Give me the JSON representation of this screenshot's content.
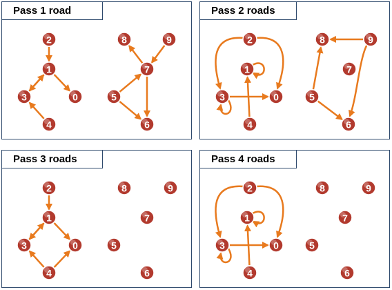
{
  "colors": {
    "edge": "#e87a1e",
    "node_fill": "#b23a2e",
    "node_stroke": "#ffffff",
    "panel_border": "#2f4a6d"
  },
  "panels": [
    {
      "title": "Pass 1 road",
      "nodes": [
        {
          "id": "2",
          "label": "2"
        },
        {
          "id": "1",
          "label": "1"
        },
        {
          "id": "3",
          "label": "3"
        },
        {
          "id": "0",
          "label": "0"
        },
        {
          "id": "4",
          "label": "4"
        },
        {
          "id": "8",
          "label": "8"
        },
        {
          "id": "9",
          "label": "9"
        },
        {
          "id": "7",
          "label": "7"
        },
        {
          "id": "5",
          "label": "5"
        },
        {
          "id": "6",
          "label": "6"
        }
      ],
      "edges": [
        {
          "from": "2",
          "to": "1"
        },
        {
          "from": "1",
          "to": "3"
        },
        {
          "from": "3",
          "to": "1"
        },
        {
          "from": "1",
          "to": "0"
        },
        {
          "from": "4",
          "to": "3"
        },
        {
          "from": "9",
          "to": "7"
        },
        {
          "from": "7",
          "to": "8"
        },
        {
          "from": "5",
          "to": "7"
        },
        {
          "from": "5",
          "to": "6"
        },
        {
          "from": "7",
          "to": "6"
        }
      ]
    },
    {
      "title": "Pass 2 roads",
      "nodes": [
        {
          "id": "2",
          "label": "2"
        },
        {
          "id": "1",
          "label": "1"
        },
        {
          "id": "3",
          "label": "3"
        },
        {
          "id": "0",
          "label": "0"
        },
        {
          "id": "4",
          "label": "4"
        },
        {
          "id": "8",
          "label": "8"
        },
        {
          "id": "9",
          "label": "9"
        },
        {
          "id": "7",
          "label": "7"
        },
        {
          "id": "5",
          "label": "5"
        },
        {
          "id": "6",
          "label": "6"
        }
      ],
      "edges": [
        {
          "from": "2",
          "to": "3",
          "kind": "arc-left"
        },
        {
          "from": "2",
          "to": "0",
          "kind": "arc-right"
        },
        {
          "from": "1",
          "to": "1",
          "kind": "loop-right"
        },
        {
          "from": "3",
          "to": "3",
          "kind": "loop-below"
        },
        {
          "from": "3",
          "to": "0"
        },
        {
          "from": "4",
          "to": "1"
        },
        {
          "from": "9",
          "to": "8"
        },
        {
          "from": "5",
          "to": "8"
        },
        {
          "from": "5",
          "to": "6"
        },
        {
          "from": "9",
          "to": "6",
          "kind": "arc-right"
        }
      ]
    },
    {
      "title": "Pass 3 roads",
      "nodes": [
        {
          "id": "2",
          "label": "2"
        },
        {
          "id": "1",
          "label": "1"
        },
        {
          "id": "3",
          "label": "3"
        },
        {
          "id": "0",
          "label": "0"
        },
        {
          "id": "4",
          "label": "4"
        },
        {
          "id": "8",
          "label": "8"
        },
        {
          "id": "9",
          "label": "9"
        },
        {
          "id": "7",
          "label": "7"
        },
        {
          "id": "5",
          "label": "5"
        },
        {
          "id": "6",
          "label": "6"
        }
      ],
      "edges": [
        {
          "from": "2",
          "to": "1"
        },
        {
          "from": "1",
          "to": "3"
        },
        {
          "from": "3",
          "to": "1"
        },
        {
          "from": "1",
          "to": "0"
        },
        {
          "from": "4",
          "to": "3"
        },
        {
          "from": "4",
          "to": "0"
        }
      ]
    },
    {
      "title": "Pass 4 roads",
      "nodes": [
        {
          "id": "2",
          "label": "2"
        },
        {
          "id": "1",
          "label": "1"
        },
        {
          "id": "3",
          "label": "3"
        },
        {
          "id": "0",
          "label": "0"
        },
        {
          "id": "4",
          "label": "4"
        },
        {
          "id": "8",
          "label": "8"
        },
        {
          "id": "9",
          "label": "9"
        },
        {
          "id": "7",
          "label": "7"
        },
        {
          "id": "5",
          "label": "5"
        },
        {
          "id": "6",
          "label": "6"
        }
      ],
      "edges": [
        {
          "from": "2",
          "to": "3",
          "kind": "arc-left"
        },
        {
          "from": "2",
          "to": "0",
          "kind": "arc-right"
        },
        {
          "from": "1",
          "to": "1",
          "kind": "loop-right"
        },
        {
          "from": "3",
          "to": "3",
          "kind": "loop-below"
        },
        {
          "from": "3",
          "to": "0"
        },
        {
          "from": "4",
          "to": "1"
        }
      ]
    }
  ]
}
